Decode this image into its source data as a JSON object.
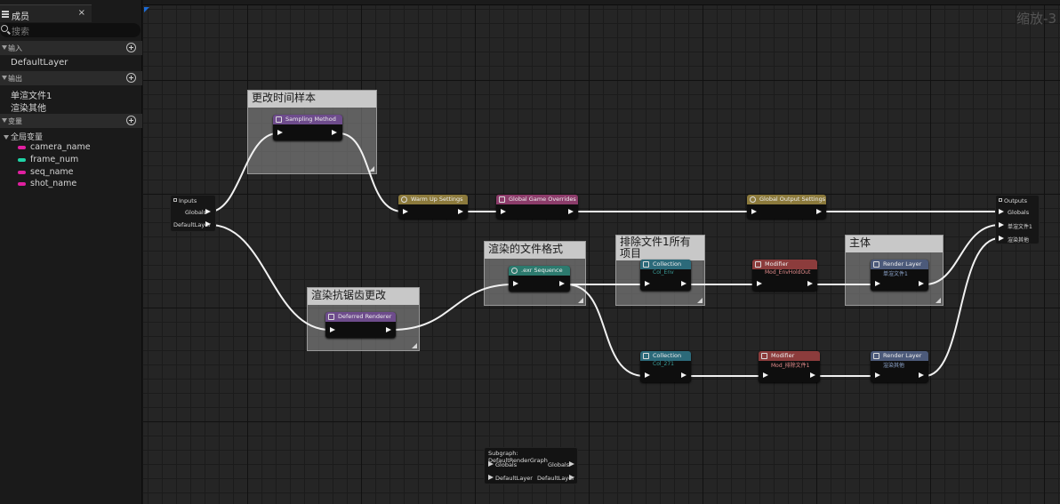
{
  "panel": {
    "tab_title": "成员",
    "close": "×",
    "search_placeholder": "搜索",
    "sections": [
      {
        "label": "输入",
        "items": [
          "DefaultLayer"
        ]
      },
      {
        "label": "输出",
        "items": [
          "单渲文件1",
          "渲染其他"
        ]
      },
      {
        "label": "变量",
        "group": "全局变量",
        "variables": [
          {
            "name": "camera_name",
            "color": "#e020a0"
          },
          {
            "name": "frame_num",
            "color": "#1fd3a6"
          },
          {
            "name": "seq_name",
            "color": "#e020a0"
          },
          {
            "name": "shot_name",
            "color": "#e020a0"
          }
        ]
      }
    ]
  },
  "graph": {
    "zoom_label": "缩放-3",
    "comments": {
      "sampling": "更改时间样本",
      "render_aa": "渲染抗锯齿更改",
      "file_format": "渲染的文件格式",
      "exclude": "排除文件1所有项目",
      "main": "主体"
    },
    "nodes": {
      "inputs": {
        "title": "Inputs",
        "pins": [
          "Globals",
          "DefaultLayer"
        ]
      },
      "sampling_method": {
        "title": "Sampling Method",
        "color": "#6e4c8c"
      },
      "deferred_renderer": {
        "title": "Deferred Renderer",
        "color": "#6e4c8c"
      },
      "warm_up": {
        "title": "Warm Up Settings",
        "color": "#8c7a3c"
      },
      "game_overrides": {
        "title": "Global Game Overrides",
        "color": "#8c3c6a"
      },
      "output_settings": {
        "title": "Global Output Settings",
        "color": "#8c7a3c"
      },
      "exr_sequence": {
        "title": ".exr Sequence",
        "color": "#2c7a6e"
      },
      "collection1": {
        "title": "Collection",
        "sub": "Col_Env",
        "color": "#2c6a7a"
      },
      "modifier1": {
        "title": "Modifier",
        "sub": "Mod_EnvHoldOut",
        "color": "#8c3c3c"
      },
      "render_layer1": {
        "title": "Render Layer",
        "sub": "单渲文件1",
        "color": "#4c5a7a"
      },
      "collection2": {
        "title": "Collection",
        "sub": "Col_271",
        "color": "#2c6a7a"
      },
      "modifier2": {
        "title": "Modifier",
        "sub": "Mod_排除文件1",
        "color": "#8c3c3c"
      },
      "render_layer2": {
        "title": "Render Layer",
        "sub": "渲染其他",
        "color": "#4c5a7a"
      },
      "outputs": {
        "title": "Outputs",
        "pins": [
          "Globals",
          "单渲文件1",
          "渲染其他"
        ]
      },
      "subgraph": {
        "title": "Subgraph: DefaultRenderGraph",
        "in_pins": [
          "Globals",
          "DefaultLayer"
        ],
        "out_pins": [
          "Globals",
          "DefaultLayer"
        ]
      }
    }
  }
}
